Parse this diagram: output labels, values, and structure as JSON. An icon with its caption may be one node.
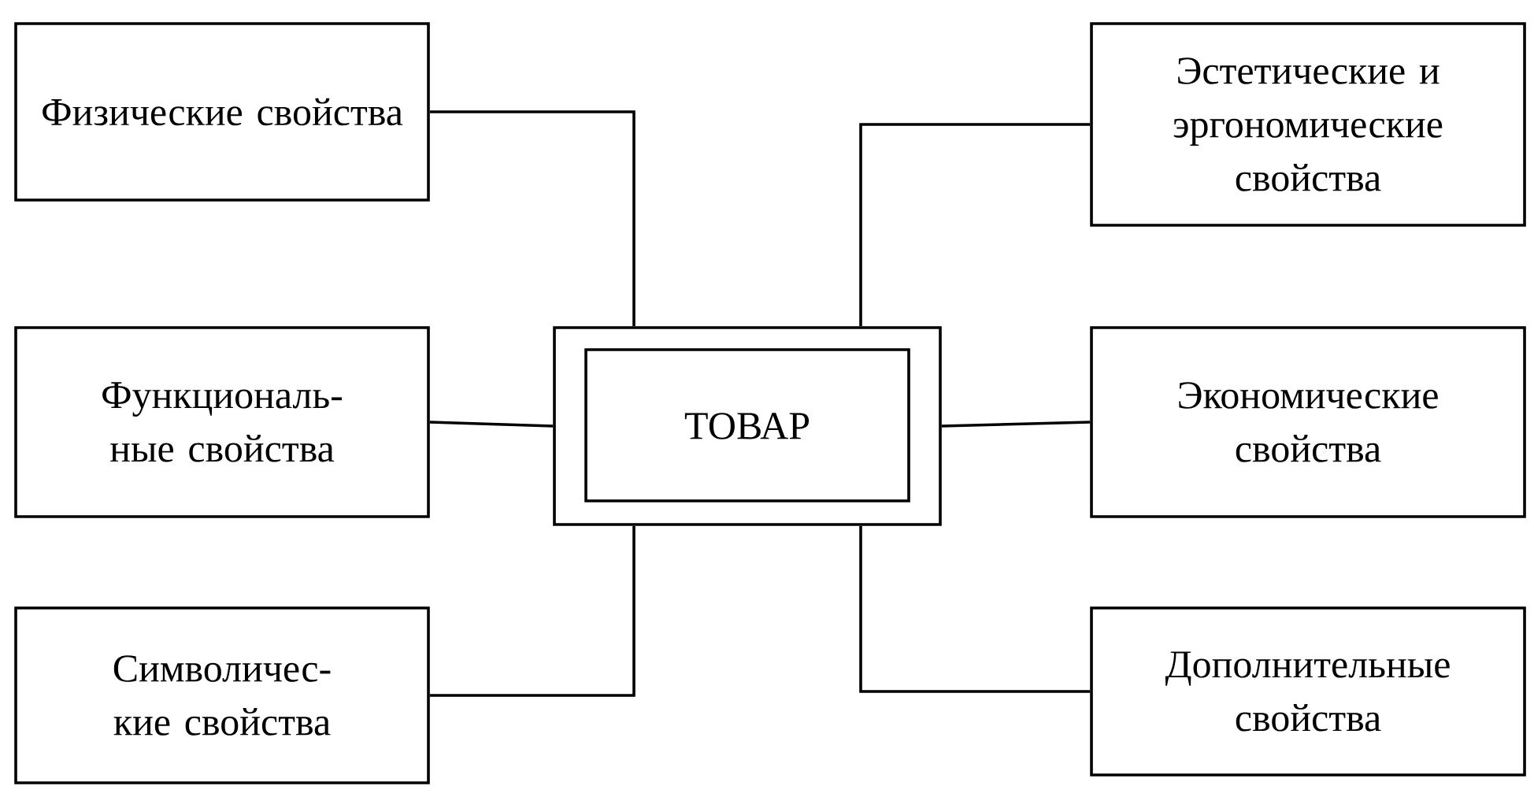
{
  "diagram": {
    "nodes": [
      {
        "text": [
          "Физические свойства"
        ]
      },
      {
        "text": [
          "Эстетические и эргономические свойства"
        ]
      },
      {
        "text": [
          "Функциональ- ные свойства"
        ]
      },
      {
        "text": [
          "ТОВАР"
        ]
      },
      {
        "text": [
          "Экономические свойства"
        ]
      },
      {
        "text": [
          "Символичес- кие свойства"
        ]
      },
      {
        "text": [
          "Дополнительные свойства"
        ]
      }
    ],
    "edges": [
      {
        "from": 3,
        "to": 0,
        "arrow": "none"
      },
      {
        "from": 3,
        "to": 1,
        "arrow": "none"
      },
      {
        "from": 3,
        "to": 2,
        "arrow": "none"
      },
      {
        "from": 3,
        "to": 4,
        "arrow": "none"
      },
      {
        "from": 3,
        "to": 5,
        "arrow": "none"
      },
      {
        "from": 3,
        "to": 6,
        "arrow": "none"
      }
    ]
  }
}
